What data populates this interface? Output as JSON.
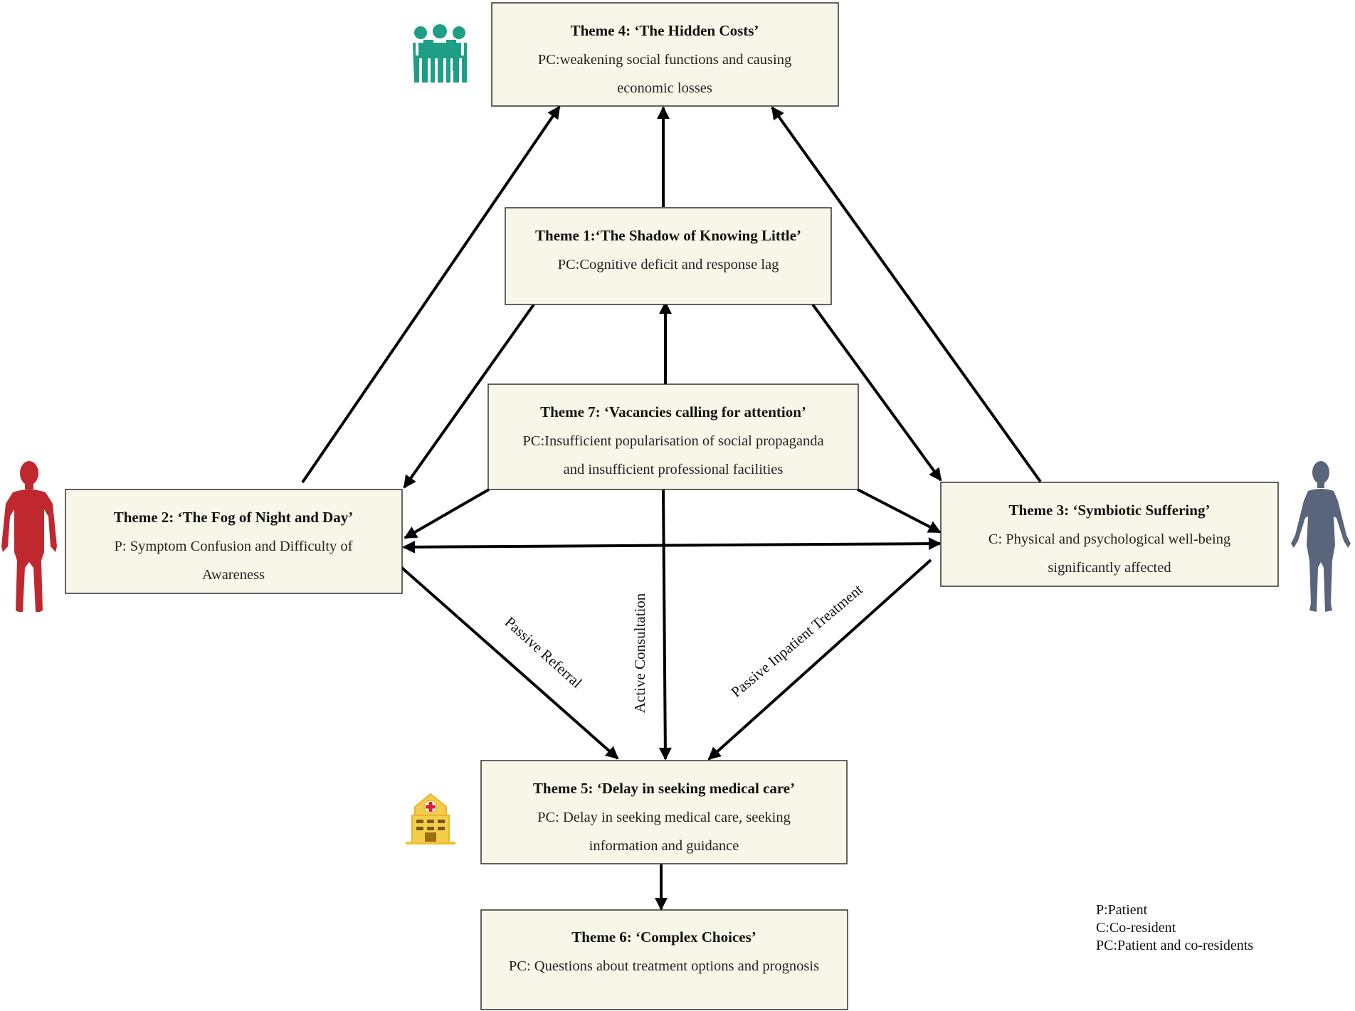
{
  "themes": {
    "t4": {
      "title": "Theme 4: ‘The Hidden Costs’",
      "lines": [
        "PC:weakening social functions and causing",
        "economic losses"
      ]
    },
    "t1": {
      "title": "Theme 1:‘The Shadow of Knowing Little’",
      "lines": [
        "PC:Cognitive deficit and response lag"
      ]
    },
    "t7": {
      "title": "Theme 7: ‘Vacancies calling for attention’",
      "lines": [
        "PC:Insufficient popularisation of social propaganda",
        "and insufficient professional facilities"
      ]
    },
    "t2": {
      "title": "Theme 2: ‘The Fog of Night and Day’",
      "lines": [
        "P: Symptom Confusion and Difficulty of",
        "Awareness"
      ]
    },
    "t3": {
      "title": "Theme 3: ‘Symbiotic Suffering’",
      "lines": [
        "C: Physical and psychological well-being",
        "significantly affected"
      ]
    },
    "t5": {
      "title": "Theme 5: ‘Delay in seeking medical care’",
      "lines": [
        "PC: Delay in seeking medical care, seeking",
        "information and guidance"
      ]
    },
    "t6": {
      "title": "Theme 6: ‘Complex Choices’",
      "lines": [
        "PC: Questions about treatment options and prognosis"
      ]
    }
  },
  "edge_labels": {
    "passive_referral": "Passive Referral",
    "active_consultation": "Active Consultation",
    "passive_inpatient": "Passive Inpatient Treatment"
  },
  "legend": [
    "P:Patient",
    "C:Co-resident",
    "PC:Patient and co-residents"
  ],
  "icons": {
    "group": {
      "name": "group-people-icon",
      "color": "#1e9e86"
    },
    "patient": {
      "name": "patient-figure-icon",
      "color": "#c0282f"
    },
    "coresident": {
      "name": "coresident-figure-icon",
      "color": "#58657b"
    },
    "hospital": {
      "name": "hospital-icon",
      "color": "#f0c232"
    }
  }
}
